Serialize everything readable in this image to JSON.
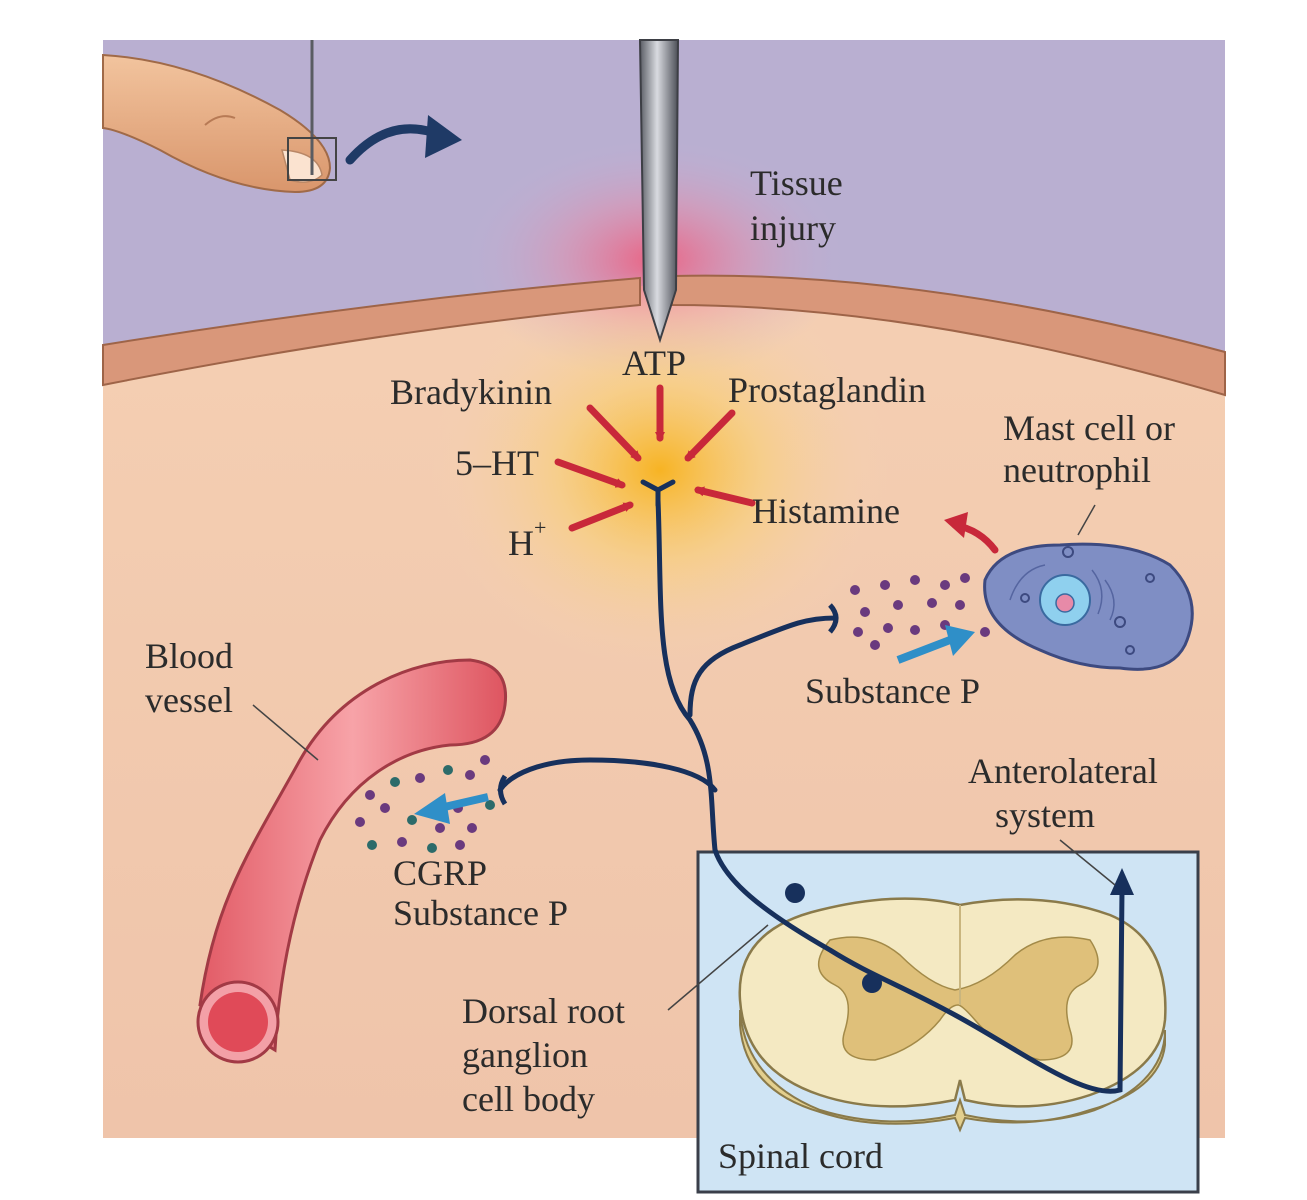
{
  "labels": {
    "tissue_injury": [
      "Tissue",
      "injury"
    ],
    "atp": "ATP",
    "bradykinin": "Bradykinin",
    "prostaglandin": "Prostaglandin",
    "five_ht": "5–HT",
    "histamine": "Histamine",
    "h_plus": "H",
    "h_plus_sup": "+",
    "mast_cell": [
      "Mast cell or",
      "neutrophil"
    ],
    "substance_p_right": "Substance P",
    "blood_vessel": [
      "Blood",
      "vessel"
    ],
    "cgrp": "CGRP",
    "substance_p_left": "Substance P",
    "anterolateral": [
      "Anterolateral",
      "system"
    ],
    "drg": [
      "Dorsal root",
      "ganglion",
      "cell body"
    ],
    "spinal_cord": "Spinal cord"
  },
  "colors": {
    "skin_outer": "#b8aed0",
    "tissue": "#f3cdb2",
    "skin_layer": "#d9977a",
    "nerve": "#17305c",
    "arrow_red": "#c8283a",
    "arrow_blue": "#2f8fc8",
    "vessel": "#e8707a",
    "mast_cell": "#7f8ec4",
    "inset_bg": "#cfe4f4"
  }
}
